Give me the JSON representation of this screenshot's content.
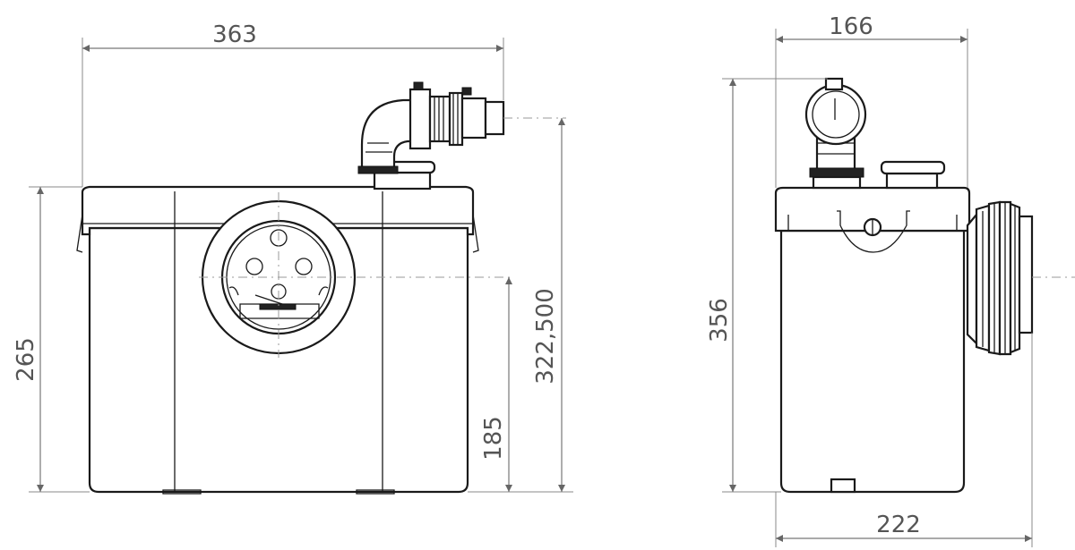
{
  "dimensions": {
    "front_width": "363",
    "front_height": "265",
    "front_inlet_height": "185",
    "front_outlet_height": "322,500",
    "side_width_top": "166",
    "side_height": "356",
    "side_width_bottom": "222"
  },
  "colors": {
    "line": "#1a1a1a",
    "dimension": "#666666",
    "background": "#ffffff"
  }
}
